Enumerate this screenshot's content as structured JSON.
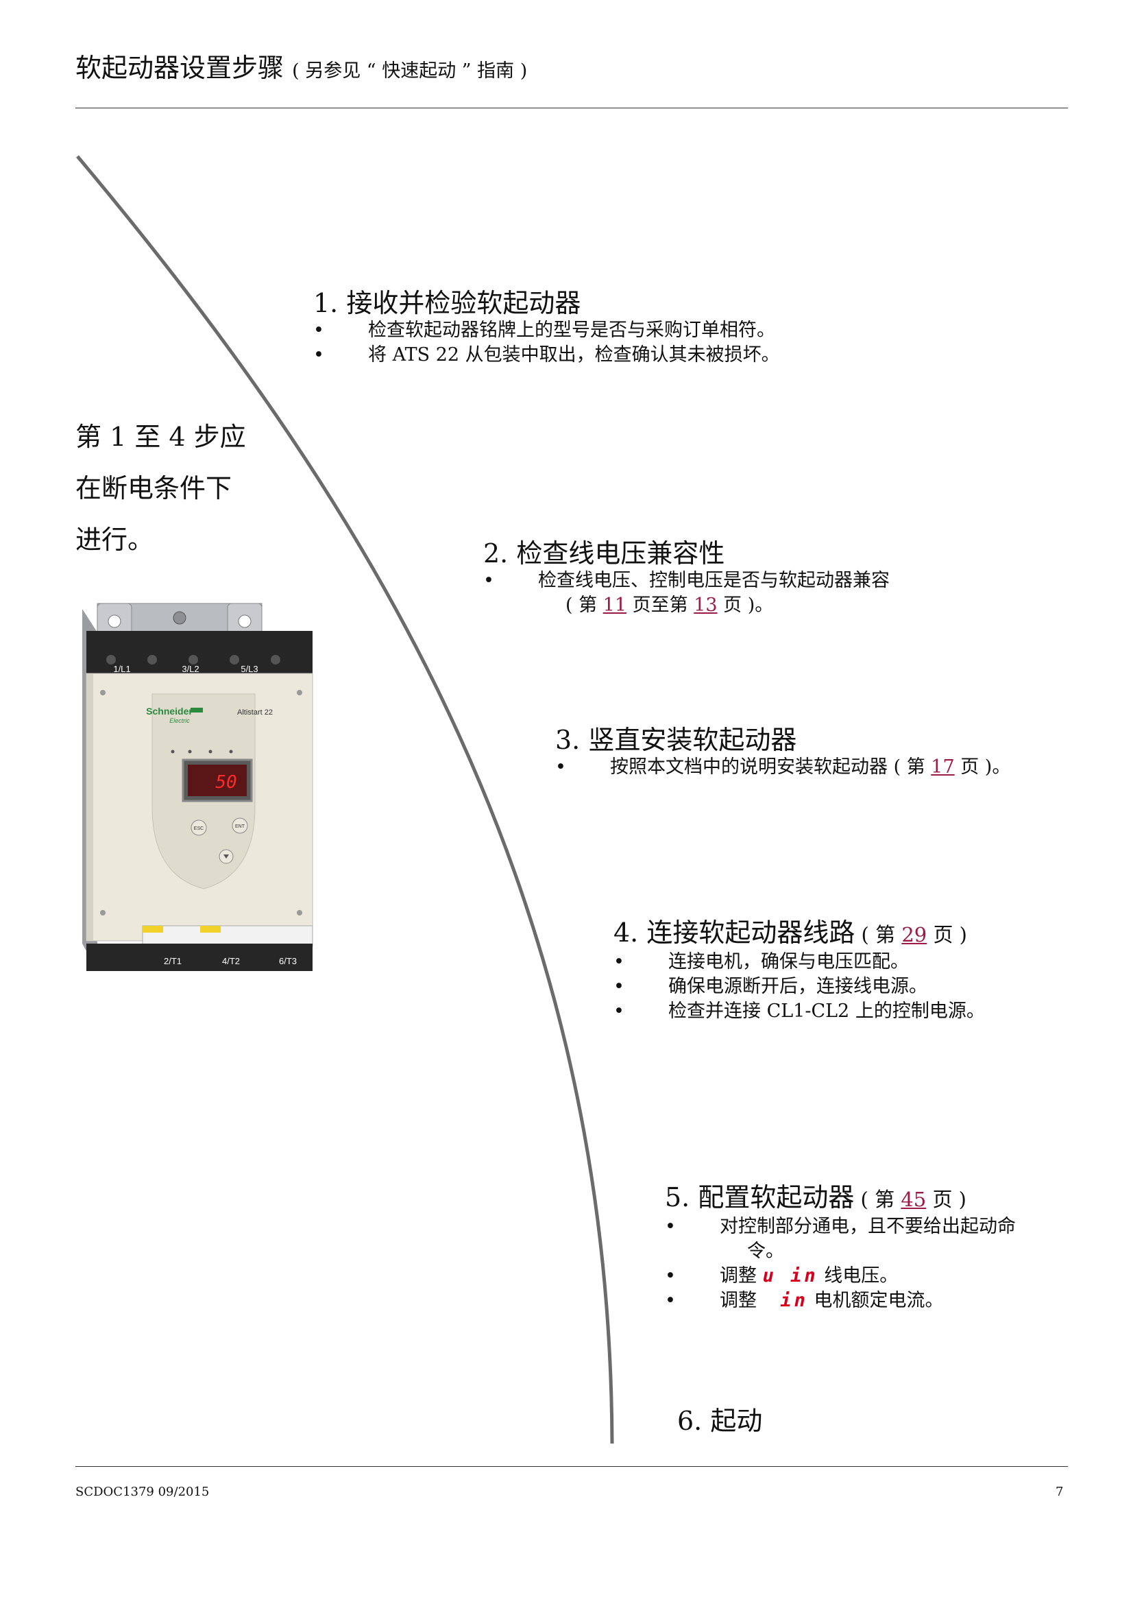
{
  "header": {
    "title": "软起动器设置步骤",
    "subtitle": "( 另参见 “ 快速起动 ” 指南 )"
  },
  "side_note": {
    "lines": [
      "第 1 至 4 步应",
      "在断电条件下",
      "进行。"
    ]
  },
  "device": {
    "brand": "Schneider",
    "brand_sub": "Electric",
    "model": "Altistart 22",
    "display_value": "50",
    "terminals_top": [
      "1/L1",
      "3/L2",
      "5/L3"
    ],
    "terminals_bottom": [
      "2/T1",
      "4/T2",
      "6/T3"
    ],
    "button_esc": "ESC",
    "button_ent": "ENT"
  },
  "steps": [
    {
      "title": "1. 接收并检验软起动器",
      "bullets": [
        "检查软起动器铭牌上的型号是否与采购订单相符。",
        "将 ATS 22 从包装中取出，检查确认其未被损坏。"
      ]
    },
    {
      "title": "2. 检查线电压兼容性",
      "bullets": [
        "检查线电压、控制电压是否与软起动器兼容"
      ],
      "cont_pre": "( 第 ",
      "link1": "11",
      "cont_mid": " 页至第 ",
      "link2": "13",
      "cont_post": " 页 )。"
    },
    {
      "title": "3. 竖直安装软起动器",
      "bullet_pre": "按照本文档中的说明安装软起动器 ( 第 ",
      "link": "17",
      "bullet_post": " 页 )。"
    },
    {
      "title": "4. 连接软起动器线路",
      "ref_pre": " ( 第 ",
      "link": "29",
      "ref_post": " 页 )",
      "bullets": [
        "连接电机，确保与电压匹配。",
        "确保电源断开后，连接线电源。",
        "检查并连接 CL1-CL2 上的控制电源。"
      ]
    },
    {
      "title": "5. 配置软起动器",
      "ref_pre": " ( 第 ",
      "link": "45",
      "ref_post": " 页 )",
      "bullet1_line1": "对控制部分通电，且不要给出起动命",
      "bullet1_line2": "令。",
      "adjust_label": "调整",
      "param1_code": "u in",
      "param1_desc": "线电压。",
      "param2_code": "in",
      "param2_desc": "电机额定电流。"
    },
    {
      "title": "6. 起动"
    }
  ],
  "footer": {
    "doc_id": "SCDOC1379  09/2015",
    "page_number": "7"
  }
}
